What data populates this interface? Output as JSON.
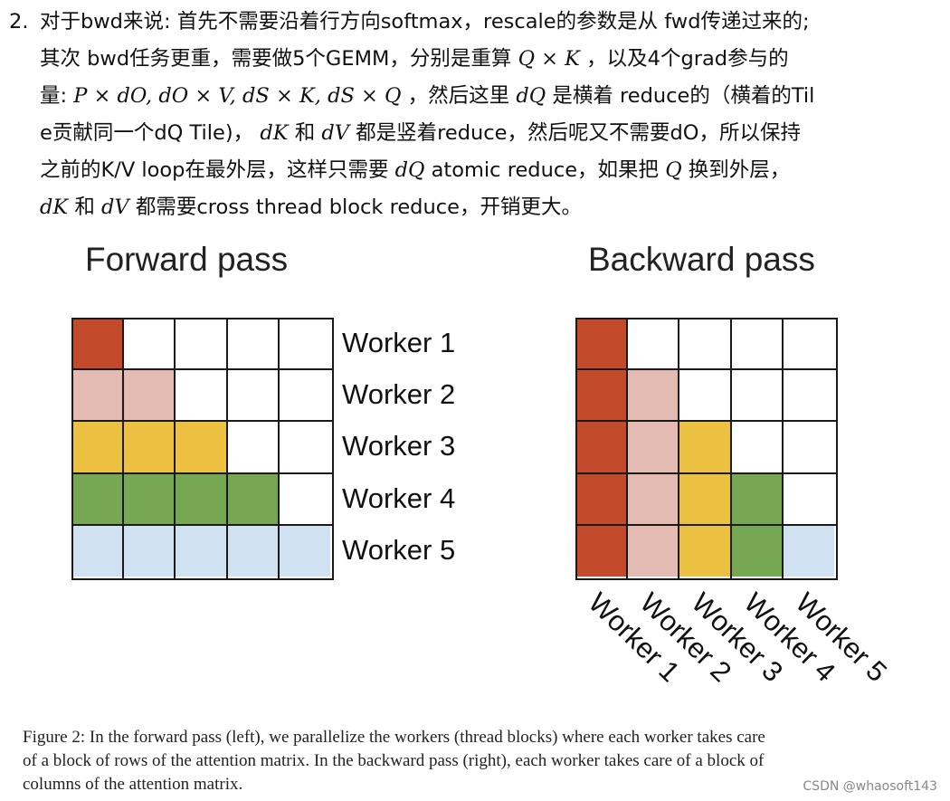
{
  "text": {
    "line1": {
      "number": "2.",
      "a": "对于bwd来说: 首先不需要沿着行方向softmax，rescale的参数是从 fwd传递过来的;"
    },
    "line2": {
      "a": "其次 bwd任务更重，需要做5个GEMM，分别是重算 ",
      "m1": "Q × K",
      "b": " ，以及4个grad参与的"
    },
    "line3": {
      "a": "量: ",
      "m1": "P × dO, dO × V, dS × K, dS × Q",
      "b": " ，然后这里 ",
      "m2": "dQ",
      "c": " 是横着 reduce的（横着的Til"
    },
    "line4": {
      "a": "e贡献同一个dQ Tile)， ",
      "m1": "dK",
      "b": " 和 ",
      "m2": "dV",
      "c": " 都是竖着reduce，然后呢又不需要dO，所以保持"
    },
    "line5": {
      "a": "之前的K/V loop在最外层，这样只需要 ",
      "m1": "dQ",
      "b": " atomic reduce，如果把 ",
      "m2": "Q",
      "c": " 换到外层，"
    },
    "line6": {
      "m1": "dK",
      "a": " 和 ",
      "m2": "dV",
      "b": " 都需要cross thread block reduce，开销更大。"
    }
  },
  "figure": {
    "forward": {
      "title": "Forward pass",
      "workers": [
        "Worker 1",
        "Worker 2",
        "Worker 3",
        "Worker 4",
        "Worker 5"
      ]
    },
    "backward": {
      "title": "Backward pass",
      "workers": [
        "Worker 1",
        "Worker 2",
        "Worker 3",
        "Worker 4",
        "Worker 5"
      ]
    },
    "colors": [
      "#c34a2b",
      "#e4bbb3",
      "#ecc142",
      "#76a753",
      "#d0e2f2"
    ],
    "empty_color": "#ffffff",
    "grid_color": "#1a1a1a"
  },
  "caption": {
    "line1": "Figure 2: In the forward pass (left), we parallelize the workers (thread blocks) where each worker takes care",
    "line2": "of a block of rows of the attention matrix. In the backward pass (right), each worker takes care of a block of",
    "line3": "columns of the attention matrix."
  },
  "watermark": "CSDN @whaosoft143"
}
